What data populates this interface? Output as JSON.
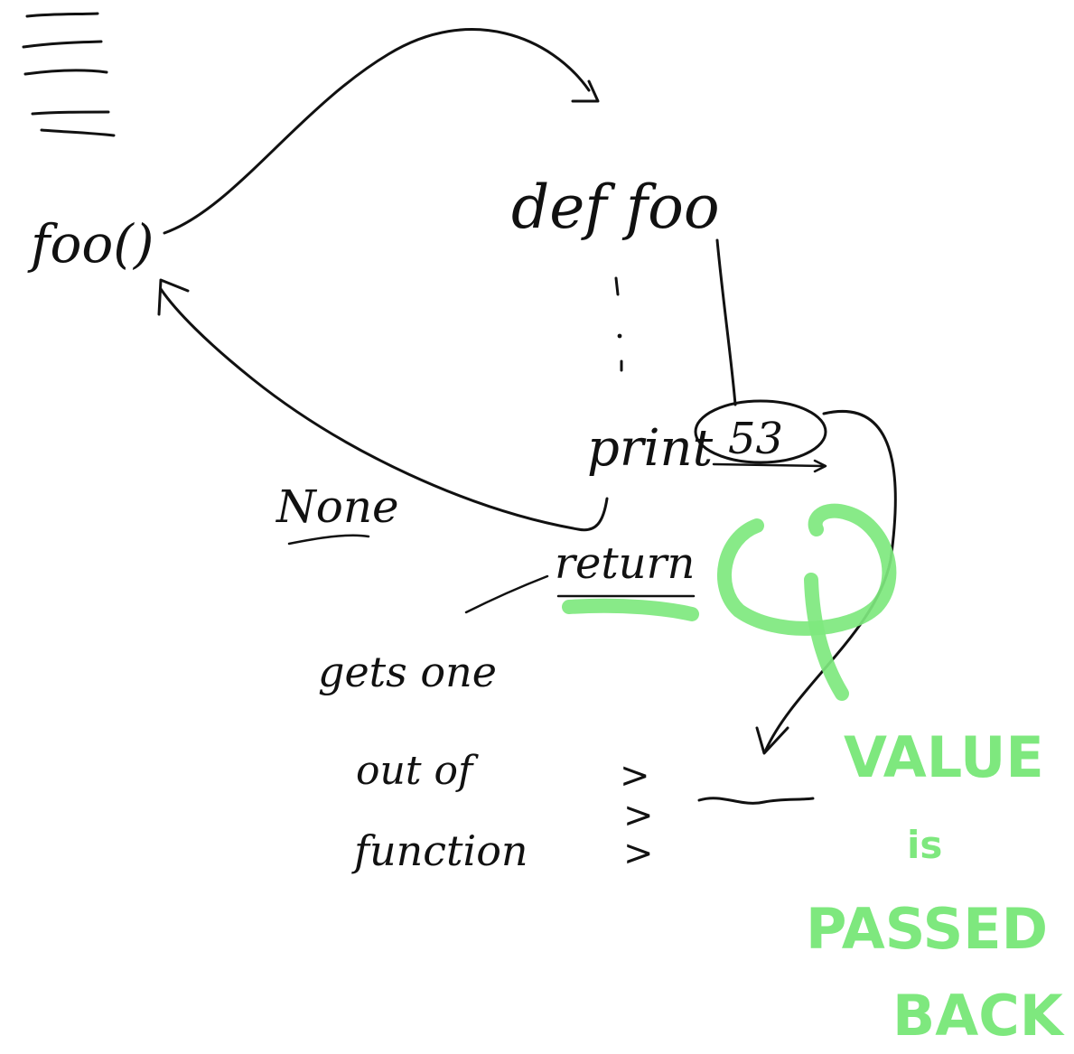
{
  "colors": {
    "ink": "#111111",
    "highlight": "#7ee87e",
    "background": "#ffffff"
  },
  "code": {
    "call": "foo()",
    "def": "def foo",
    "print_kw": "print",
    "print_arg": "53",
    "return_kw": "return"
  },
  "notes": {
    "none_label": "None",
    "gets_line1": "gets one",
    "gets_line2": "out of",
    "gets_line3": "function",
    "prompt_marks": [
      ">",
      ">",
      ">"
    ]
  },
  "annotation": {
    "line1": "VALUE",
    "line2": "is",
    "line3": "PASSED",
    "line4": "BACK"
  }
}
